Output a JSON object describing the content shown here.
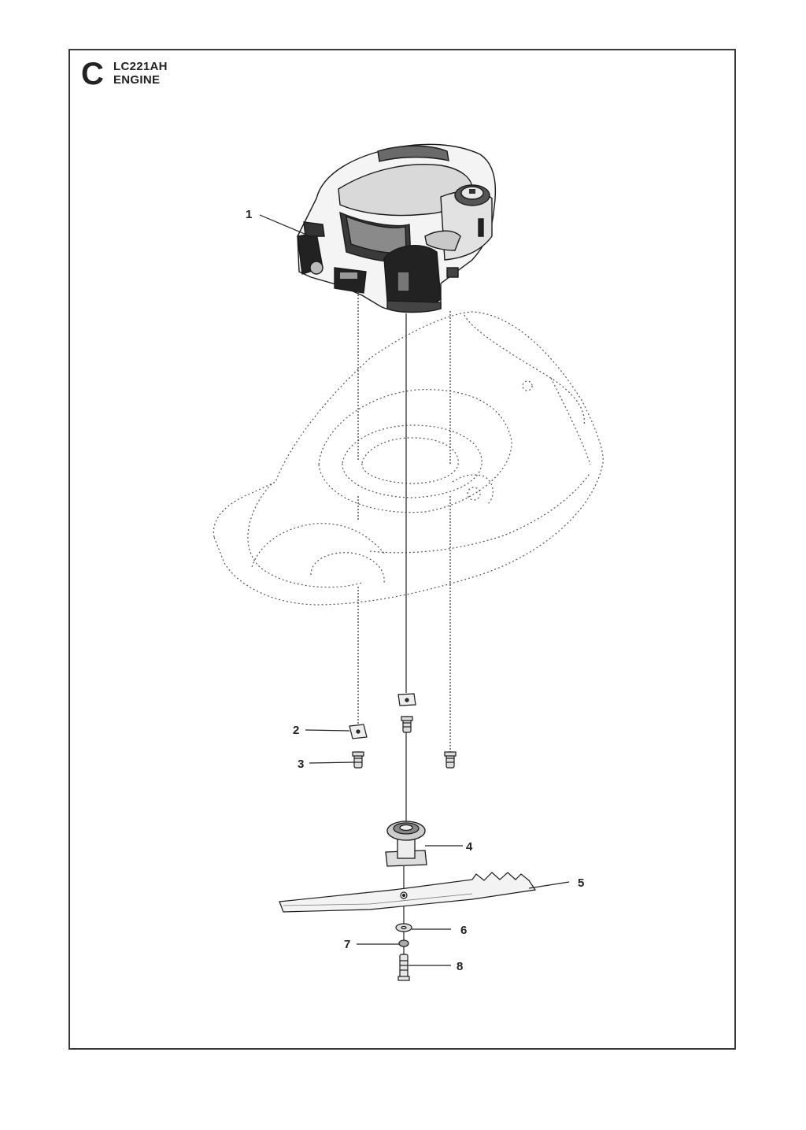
{
  "header": {
    "section_letter": "C",
    "model": "LC221AH",
    "title": "ENGINE"
  },
  "callouts": [
    "1",
    "2",
    "3",
    "4",
    "5",
    "6",
    "7",
    "8"
  ]
}
